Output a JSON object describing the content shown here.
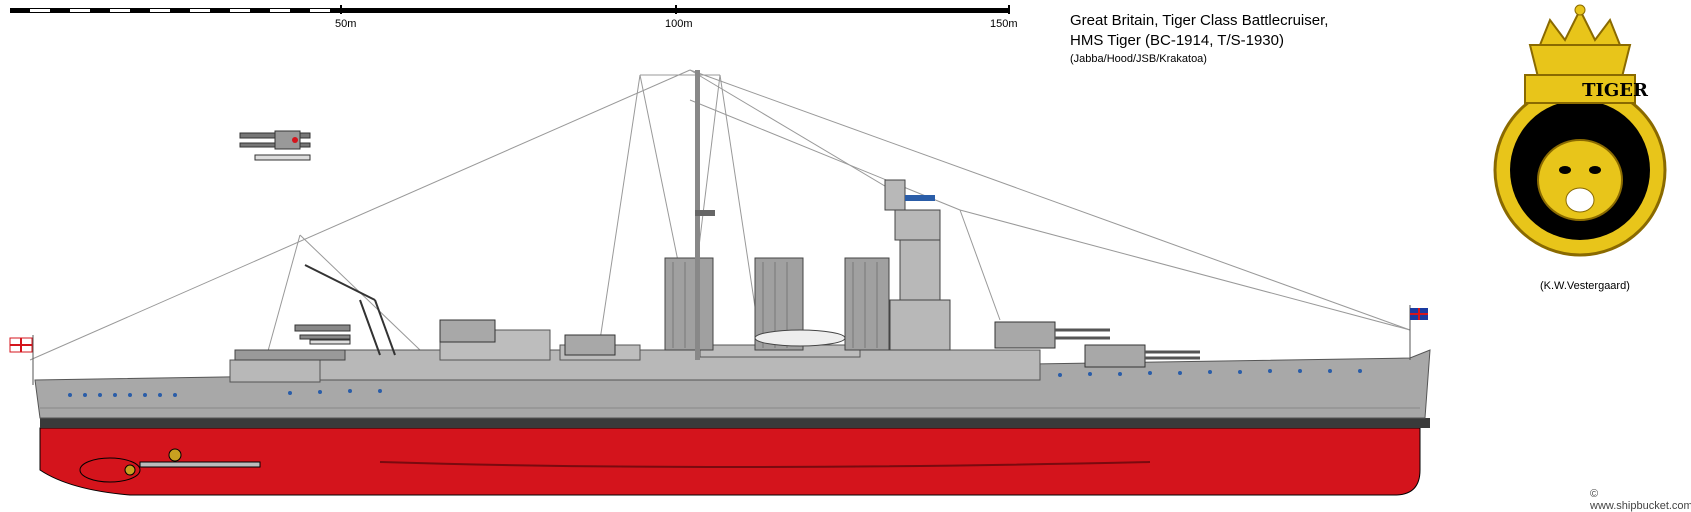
{
  "scale": {
    "labels": [
      "50m",
      "100m",
      "150m"
    ]
  },
  "caption": {
    "line1": "Great Britain, Tiger Class Battlecruiser,",
    "line2": "HMS Tiger (BC-1914, T/S-1930)",
    "line3": "(Jabba/Hood/JSB/Krakatoa)"
  },
  "badge": {
    "title": "TIGER"
  },
  "credit": "(K.W.Vestergaard)",
  "watermark": "© www.shipbucket.com",
  "colors": {
    "hull_red": "#d4141c",
    "hull_grey": "#a8a8a8",
    "superstructure_grey": "#b8b8b8",
    "boot_black": "#3a3a3a",
    "badge_gold": "#e8c51a",
    "badge_black": "#000000"
  },
  "icons": [
    "ensign-flag-icon",
    "jack-flag-icon",
    "seaplane-icon",
    "crown-icon",
    "tiger-head-icon"
  ]
}
